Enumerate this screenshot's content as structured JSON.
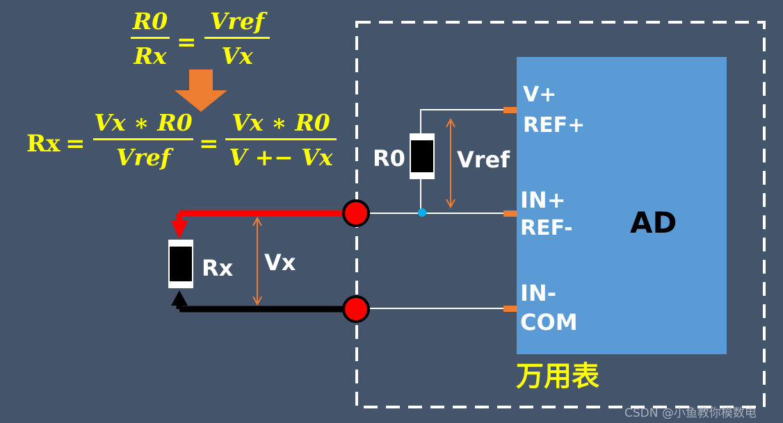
{
  "formula_top": {
    "num_left": "R0",
    "den_left": "Rx",
    "eq": "=",
    "num_right": "Vref",
    "den_right": "Vx"
  },
  "formula_bottom": {
    "lhs": "Rx",
    "eq1": "=",
    "num1": "Vx ∗ R0",
    "den1": "Vref",
    "eq2": "=",
    "num2": "Vx ∗ R0",
    "den2": "V +− Vx"
  },
  "ad_block": {
    "title": "AD",
    "pin_v_plus": "V+",
    "pin_ref_plus": "REF+",
    "pin_in_plus": "IN+",
    "pin_ref_minus": "REF-",
    "pin_in_minus": "IN-",
    "pin_com": "COM"
  },
  "labels": {
    "r0": "R0",
    "vref": "Vref",
    "rx": "Rx",
    "vx": "Vx"
  },
  "meter_label": "万用表",
  "watermark": "CSDN @小鱼教你模数电",
  "colors": {
    "background": "#44546a",
    "ad_block": "#5b9bd5",
    "formula": "#ffff00",
    "arrow_orange": "#ed7d31",
    "probe_red": "#ff0000",
    "probe_black": "#000000",
    "node_blue": "#00b0f0"
  }
}
